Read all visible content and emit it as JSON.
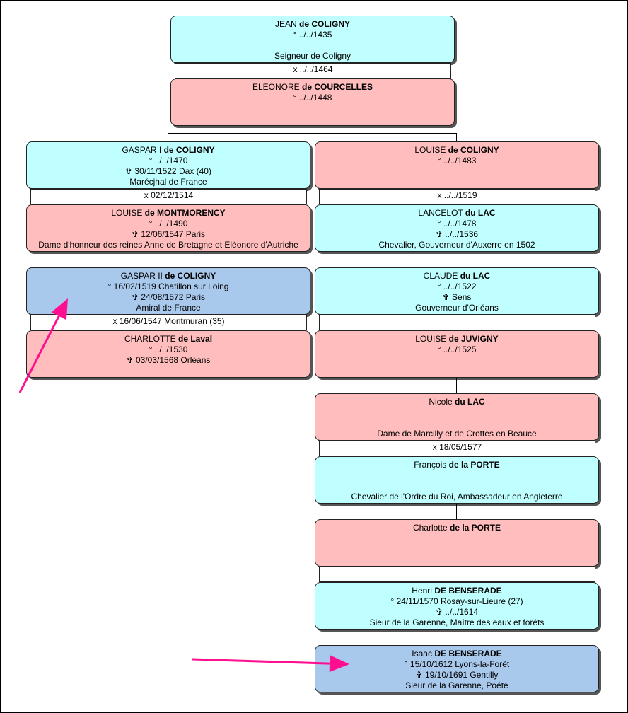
{
  "cards": [
    {
      "id": "jean",
      "color": "cyan",
      "first": "JEAN",
      "last": "de COLIGNY",
      "lines": [
        "° ../../1435",
        "",
        "Seigneur de Coligny"
      ]
    },
    {
      "id": "eleonore",
      "color": "pink",
      "first": "ELEONORE",
      "last": "de COURCELLES",
      "lines": [
        "° ../../1448"
      ]
    },
    {
      "id": "gaspar1",
      "color": "cyan",
      "first": "GASPAR I",
      "last": "de COLIGNY",
      "lines": [
        "° ../../1470",
        "✞ 30/11/1522 Dax (40)",
        "Marécjhal de France"
      ]
    },
    {
      "id": "louise-c",
      "color": "pink",
      "first": "LOUISE",
      "last": "de COLIGNY",
      "lines": [
        "° ../../1483"
      ]
    },
    {
      "id": "louise-m",
      "color": "pink",
      "first": "LOUISE",
      "last": "de MONTMORENCY",
      "lines": [
        "° ../../1490",
        "✞ 12/06/1547 Paris",
        "Dame d'honneur des reines Anne de Bretagne et Eléonore d'Autriche"
      ]
    },
    {
      "id": "lancelot",
      "color": "cyan",
      "first": "LANCELOT",
      "last": "du LAC",
      "lines": [
        "° ../../1478",
        "✞ ../../1536",
        "Chevalier, Gouverneur d'Auxerre en 1502"
      ]
    },
    {
      "id": "gaspar2",
      "color": "blue",
      "first": "GASPAR II",
      "last": "de COLIGNY",
      "lines": [
        "° 16/02/1519 Chatillon sur Loing",
        "✞ 24/08/1572 Paris",
        "Amiral de France"
      ]
    },
    {
      "id": "claude",
      "color": "cyan",
      "first": "CLAUDE",
      "last": "du LAC",
      "lines": [
        "° ../../1522",
        "✞ Sens",
        "Gouverneur d'Orléans"
      ]
    },
    {
      "id": "charlotte-l",
      "color": "pink",
      "first": "CHARLOTTE",
      "last": "de Laval",
      "lines": [
        "° ../../1530",
        "✞ 03/03/1568 Orléans"
      ]
    },
    {
      "id": "louise-j",
      "color": "pink",
      "first": "LOUISE",
      "last": "de JUVIGNY",
      "lines": [
        "° ../../1525"
      ]
    },
    {
      "id": "nicole",
      "color": "pink",
      "first": "Nicole",
      "last": "du LAC",
      "lines": [
        "",
        "",
        "Dame de Marcilly et de Crottes en Beauce"
      ]
    },
    {
      "id": "francois",
      "color": "cyan",
      "first": "François",
      "last": "de la PORTE",
      "lines": [
        "",
        "",
        "Chevalier de l'Ordre du Roi, Ambassadeur en Angleterre"
      ]
    },
    {
      "id": "charlotte-p",
      "color": "pink",
      "first": "Charlotte",
      "last": "de la PORTE",
      "lines": []
    },
    {
      "id": "henri",
      "color": "cyan",
      "first": "Henri",
      "last": "DE BENSERADE",
      "lines": [
        "° 24/11/1570 Rosay-sur-Lieure (27)",
        "✞ ../../1614",
        "Sieur de la Garenne, Maître des eaux et forêts"
      ]
    },
    {
      "id": "isaac",
      "color": "blue",
      "first": "Isaac",
      "last": "DE BENSERADE",
      "lines": [
        "° 15/10/1612 Lyons-la-Forêt",
        "✞ 19/10/1691 Gentilly",
        "Sieur de la Garenne, Poéte"
      ]
    }
  ],
  "marriages": [
    {
      "id": "m-jean",
      "text": "x ../../1464"
    },
    {
      "id": "m-gaspar1",
      "text": "x 02/12/1514"
    },
    {
      "id": "m-louise-c",
      "text": "x ../../1519"
    },
    {
      "id": "m-gaspar2",
      "text": "x 16/06/1547 Montmuran (35)"
    },
    {
      "id": "m-claude",
      "text": ""
    },
    {
      "id": "m-nicole",
      "text": "x 18/05/1577"
    },
    {
      "id": "m-charlotte-p",
      "text": ""
    }
  ],
  "colors": {
    "cyan": "#c0ffff",
    "pink": "#ffbdbd",
    "blue": "#a8c8ec",
    "arrow": "#ff0f8f"
  },
  "arrows": [
    {
      "id": "arrow-gaspar2",
      "icon": "arrow-icon"
    },
    {
      "id": "arrow-isaac",
      "icon": "arrow-icon"
    }
  ]
}
